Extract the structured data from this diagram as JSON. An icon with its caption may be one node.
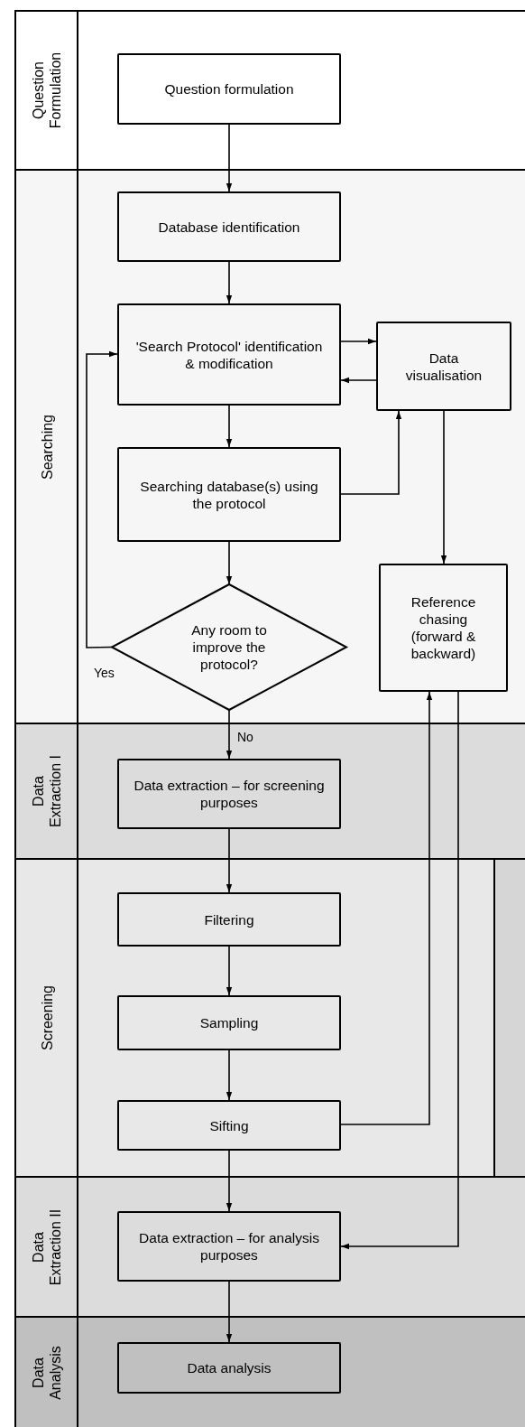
{
  "diagram": {
    "nodes": [
      {
        "text": [
          "Question Formulation"
        ]
      },
      {
        "text": [
          "Question formulation"
        ],
        "in": 0
      },
      {
        "text": [
          "Searching"
        ]
      },
      {
        "text": [
          "Database identification"
        ],
        "in": 2
      },
      {
        "text": [
          "'Search Protocol' identification & modification"
        ],
        "in": 2
      },
      {
        "text": [
          "Data visualisation"
        ],
        "in": 2
      },
      {
        "text": [
          "Searching database(s) using the protocol"
        ],
        "in": 2
      },
      {
        "text": [
          "Any room to improve the protocol?"
        ],
        "in": 2
      },
      {
        "text": [
          "Reference chasing (forward & backward)"
        ],
        "in": 2
      },
      {
        "text": [
          "Data Extraction I"
        ]
      },
      {
        "text": [
          "Data extraction – for screening purposes"
        ],
        "in": 9
      },
      {
        "text": [
          "Screening"
        ]
      },
      {
        "text": [
          "Filtering"
        ],
        "in": 11
      },
      {
        "text": [
          "Sampling"
        ],
        "in": 11
      },
      {
        "text": [
          "Sifting"
        ],
        "in": 11
      },
      {
        "text": [
          "Data Extraction II"
        ]
      },
      {
        "text": [
          "Data extraction – for analysis purposes"
        ],
        "in": 15
      },
      {
        "text": [
          "Data Analysis"
        ]
      },
      {
        "text": [
          "Data analysis"
        ],
        "in": 17
      }
    ],
    "edges": [
      {
        "from": 1,
        "to": 3,
        "arrow": "to"
      },
      {
        "from": 3,
        "to": 4,
        "arrow": "to"
      },
      {
        "from": 4,
        "to": 5,
        "arrow": "to"
      },
      {
        "from": 5,
        "to": 4,
        "arrow": "to"
      },
      {
        "from": 4,
        "to": 6,
        "arrow": "to"
      },
      {
        "from": 6,
        "to": 5,
        "arrow": "to"
      },
      {
        "from": 5,
        "to": 8,
        "arrow": "to"
      },
      {
        "from": 6,
        "to": 7,
        "arrow": "to"
      },
      {
        "from": 7,
        "to": 4,
        "arrow": "to",
        "label": "Yes"
      },
      {
        "from": 7,
        "to": 10,
        "arrow": "to",
        "label": "No"
      },
      {
        "from": 10,
        "to": 12,
        "arrow": "to"
      },
      {
        "from": 12,
        "to": 13,
        "arrow": "to"
      },
      {
        "from": 13,
        "to": 14,
        "arrow": "to"
      },
      {
        "from": 14,
        "to": 8,
        "arrow": "to"
      },
      {
        "from": 8,
        "to": 16,
        "arrow": "to"
      },
      {
        "from": 14,
        "to": 16,
        "arrow": "to"
      },
      {
        "from": 16,
        "to": 18,
        "arrow": "to"
      }
    ]
  }
}
